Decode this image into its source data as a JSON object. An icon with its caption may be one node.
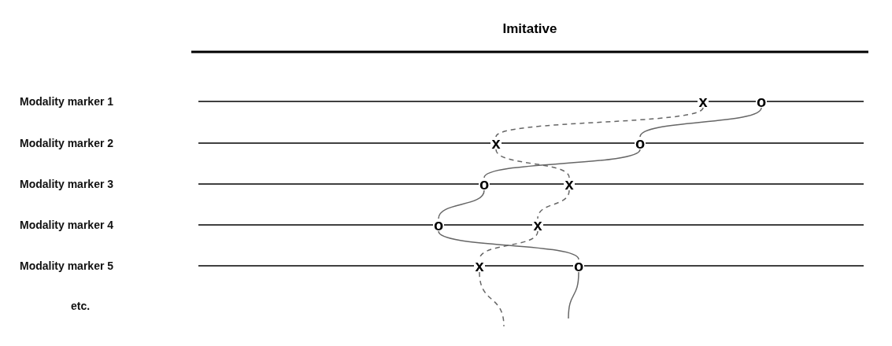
{
  "diagram": {
    "title": "Imitative",
    "nodes": [
      {
        "text": [
          "x"
        ]
      },
      {
        "text": [
          "o"
        ]
      },
      {
        "text": [
          "x"
        ]
      },
      {
        "text": [
          "o"
        ]
      },
      {
        "text": [
          "o"
        ]
      },
      {
        "text": [
          "x"
        ]
      },
      {
        "text": [
          "o"
        ]
      },
      {
        "text": [
          "x"
        ]
      },
      {
        "text": [
          "x"
        ]
      },
      {
        "text": [
          "o"
        ]
      }
    ],
    "edges": [
      {
        "from": 0,
        "to": 2,
        "arrow": "none",
        "style": "dashed"
      },
      {
        "from": 2,
        "to": 5,
        "arrow": "none",
        "style": "dashed"
      },
      {
        "from": 5,
        "to": 7,
        "arrow": "none",
        "style": "dashed"
      },
      {
        "from": 7,
        "to": 8,
        "arrow": "none",
        "style": "dashed"
      },
      {
        "from": 8,
        "to": null,
        "arrow": "none",
        "style": "dashed"
      },
      {
        "from": 1,
        "to": 3,
        "arrow": "none"
      },
      {
        "from": 3,
        "to": 4,
        "arrow": "none"
      },
      {
        "from": 4,
        "to": 6,
        "arrow": "none"
      },
      {
        "from": 6,
        "to": 9,
        "arrow": "none"
      },
      {
        "from": 9,
        "to": null,
        "arrow": "none"
      }
    ],
    "labels": [
      "Modality marker 1",
      "Modality marker 2",
      "Modality marker 3",
      "Modality marker 4",
      "Modality marker 5",
      "etc."
    ]
  }
}
